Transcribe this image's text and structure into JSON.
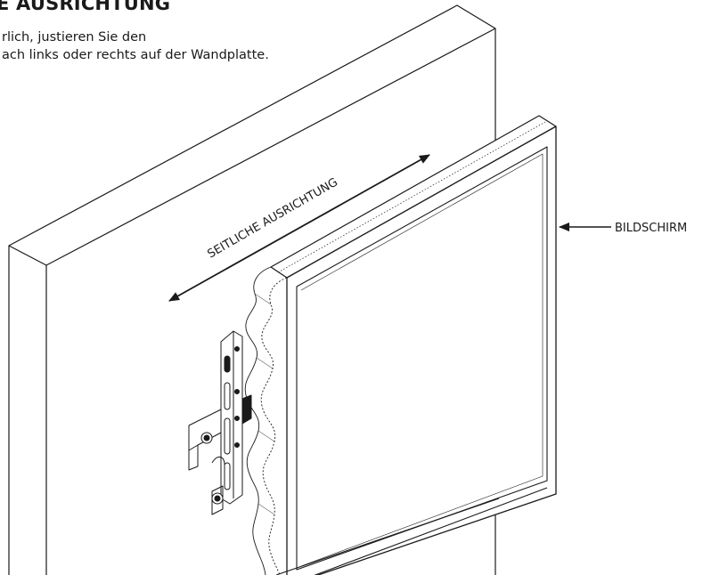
{
  "instructions": {
    "heading": "E AUSRICHTUNG",
    "lines": [
      "rlich, justieren Sie den",
      "ach links oder rechts auf der Wandplatte."
    ]
  },
  "labels": {
    "arrow_label": "SEITLICHE AUSRICHTUNG",
    "screen_label": "BILDSCHIRM"
  }
}
